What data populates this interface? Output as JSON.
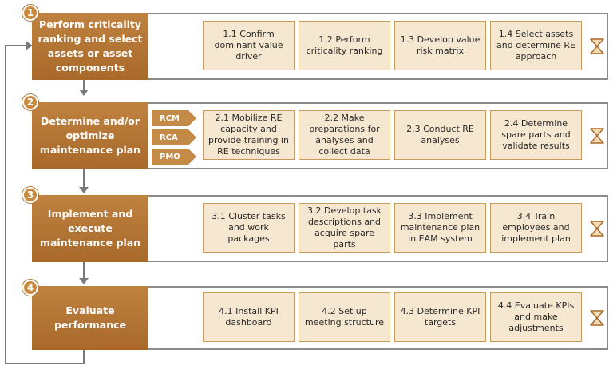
{
  "stages": [
    {
      "number": "1",
      "title": "Perform criticality ranking and select assets or asset components",
      "steps": [
        "1.1 Confirm dominant value driver",
        "1.2 Perform criticality ranking",
        "1.3 Develop value risk matrix",
        "1.4 Select assets and determine RE approach"
      ]
    },
    {
      "number": "2",
      "title": "Determine and/or optimize maintenance plan",
      "tags": [
        "RCM",
        "RCA",
        "PMO"
      ],
      "steps": [
        "2.1 Mobilize RE capacity and provide training in RE techniques",
        "2.2 Make preparations for analyses and collect data",
        "2.3 Conduct RE analyses",
        "2.4 Determine spare parts and validate results"
      ]
    },
    {
      "number": "3",
      "title": "Implement and execute maintenance plan",
      "steps": [
        "3.1 Cluster tasks and work packages",
        "3.2 Develop task descriptions and acquire spare parts",
        "3.3 Implement maintenance plan in EAM system",
        "3.4 Train employees and implement plan"
      ]
    },
    {
      "number": "4",
      "title": "Evaluate performance",
      "steps": [
        "4.1 Install KPI dashboard",
        "4.2 Set up meeting structure",
        "4.3 Determine KPI targets",
        "4.4 Evaluate KPIs and make adjustments"
      ]
    }
  ],
  "colors": {
    "stage_fill": "#b07630",
    "step_fill": "#f6e7d0",
    "step_border": "#c99a5e",
    "row_border": "#8a8a8a",
    "connector": "#7a7a7a"
  }
}
